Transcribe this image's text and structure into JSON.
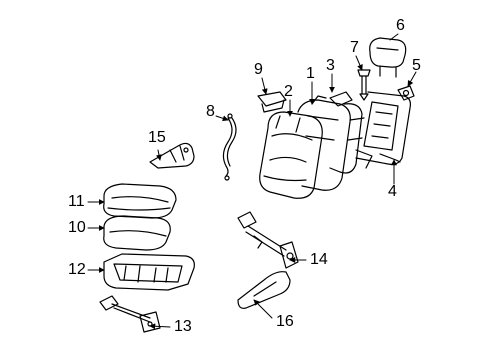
{
  "colors": {
    "ink": "#000000",
    "background": "#ffffff"
  },
  "callouts": {
    "c1": "1",
    "c2": "2",
    "c3": "3",
    "c4": "4",
    "c5": "5",
    "c6": "6",
    "c7": "7",
    "c8": "8",
    "c9": "9",
    "c10": "10",
    "c11": "11",
    "c12": "12",
    "c13": "13",
    "c14": "14",
    "c15": "15",
    "c16": "16"
  }
}
